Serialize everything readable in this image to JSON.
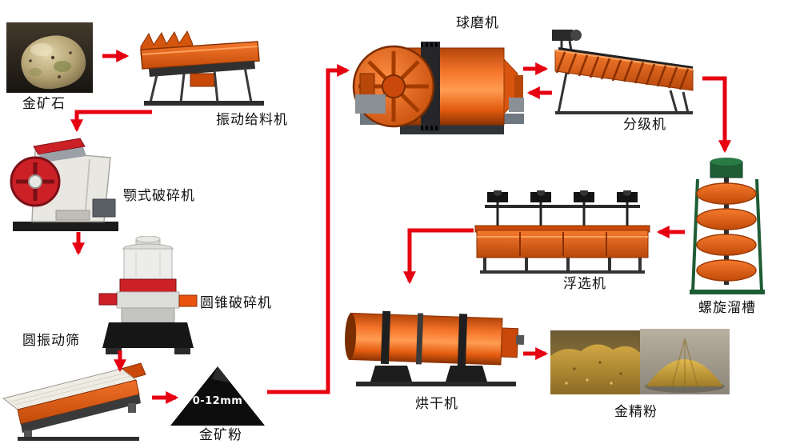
{
  "arrow_color": "#e60012",
  "nodes": {
    "gold_ore": {
      "label": "金矿石"
    },
    "vibrating_feeder": {
      "label": "振动给料机"
    },
    "jaw_crusher": {
      "label": "颚式破碎机"
    },
    "cone_crusher": {
      "label": "圆锥破碎机"
    },
    "vibrating_screen": {
      "label": "圆振动筛"
    },
    "gold_powder": {
      "label": "金矿粉",
      "size": "0-12mm"
    },
    "ball_mill": {
      "label": "球磨机"
    },
    "classifier": {
      "label": "分级机"
    },
    "spiral_chute": {
      "label": "螺旋溜槽"
    },
    "flotation": {
      "label": "浮选机"
    },
    "dryer": {
      "label": "烘干机"
    },
    "concentrate": {
      "label": "金精粉"
    }
  },
  "edges": [
    {
      "from": "gold_ore",
      "to": "vibrating_feeder"
    },
    {
      "from": "vibrating_feeder",
      "to": "jaw_crusher"
    },
    {
      "from": "jaw_crusher",
      "to": "cone_crusher"
    },
    {
      "from": "cone_crusher",
      "to": "vibrating_screen"
    },
    {
      "from": "vibrating_screen",
      "to": "gold_powder"
    },
    {
      "from": "gold_powder",
      "to": "ball_mill"
    },
    {
      "from": "ball_mill",
      "to": "classifier"
    },
    {
      "from": "classifier",
      "to": "ball_mill"
    },
    {
      "from": "classifier",
      "to": "spiral_chute"
    },
    {
      "from": "spiral_chute",
      "to": "flotation"
    },
    {
      "from": "flotation",
      "to": "dryer"
    },
    {
      "from": "dryer",
      "to": "concentrate"
    }
  ]
}
